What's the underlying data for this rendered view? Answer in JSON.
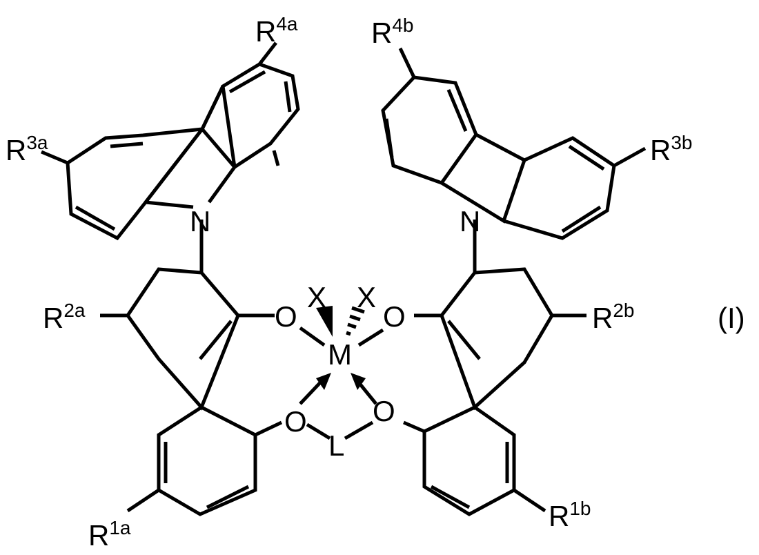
{
  "diagram": {
    "title": "(I)",
    "type": "chemical-structure",
    "center_atom": "M",
    "labels": {
      "M": "M",
      "X1": "X",
      "X2": "X",
      "L": "L",
      "N_left": "N",
      "N_right": "N",
      "O_ul": "O",
      "O_ur": "O",
      "O_ll": "O",
      "O_lr": "O"
    },
    "substituents": {
      "R4a": {
        "base": "R",
        "sup": "4a"
      },
      "R4b": {
        "base": "R",
        "sup": "4b"
      },
      "R3a": {
        "base": "R",
        "sup": "3a"
      },
      "R3b": {
        "base": "R",
        "sup": "3b"
      },
      "R2a": {
        "base": "R",
        "sup": "2a"
      },
      "R2b": {
        "base": "R",
        "sup": "2b"
      },
      "R1a": {
        "base": "R",
        "sup": "1a"
      },
      "R1b": {
        "base": "R",
        "sup": "1b"
      }
    },
    "formula_label": "(I)"
  }
}
